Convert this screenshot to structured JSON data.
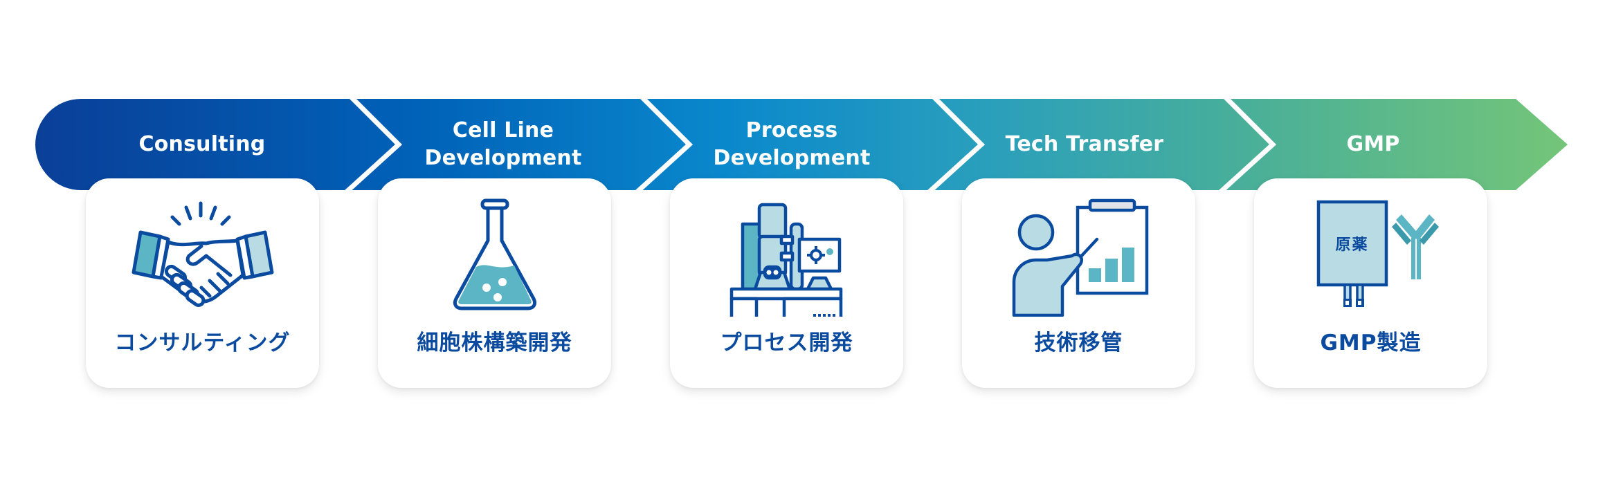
{
  "flow": {
    "stages": [
      {
        "id": "consulting",
        "title_lines": [
          "Consulting"
        ],
        "card_label": "コンサルティング",
        "icon": "handshake-icon"
      },
      {
        "id": "cell-line-development",
        "title_lines": [
          "Cell Line",
          "Development"
        ],
        "card_label": "細胞株構築開発",
        "icon": "flask-icon"
      },
      {
        "id": "process-development",
        "title_lines": [
          "Process",
          "Development"
        ],
        "card_label": "プロセス開発",
        "icon": "lab-equipment-icon"
      },
      {
        "id": "tech-transfer",
        "title_lines": [
          "Tech Transfer"
        ],
        "card_label": "技術移管",
        "icon": "presentation-icon"
      },
      {
        "id": "gmp",
        "title_lines": [
          "GMP"
        ],
        "card_label": "GMP製造",
        "icon": "drug-substance-antibody-icon"
      }
    ],
    "gmp_bag_text": "原薬"
  },
  "colors": {
    "gradient_start": "#0a3f98",
    "gradient_mid1": "#0062b8",
    "gradient_mid2": "#0f8ccc",
    "gradient_mid3": "#3aa5a6",
    "gradient_end": "#74c578",
    "icon_stroke": "#0a4a9f",
    "icon_teal": "#5bb5c5",
    "icon_light": "#b8dbe4",
    "label_text": "#0a4a9f"
  }
}
